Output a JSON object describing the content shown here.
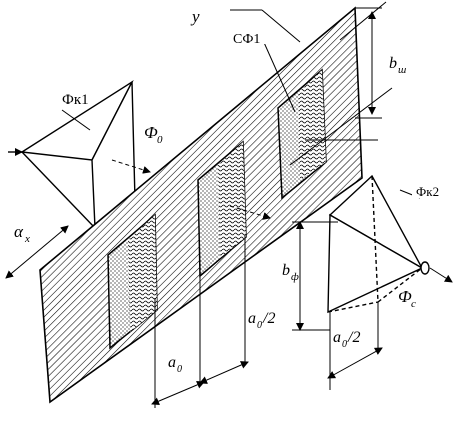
{
  "labels": {
    "y_axis": "y",
    "sf1": "СФ1",
    "b_sh": "b",
    "b_sh_sub": "ш",
    "fk1": "Фк1",
    "fk2": "Фк2",
    "phi0": "Ф",
    "phi0_sub": "0",
    "alpha_x": "α",
    "alpha_x_sub": "x",
    "b_phi": "b",
    "b_phi_sub": "ф",
    "phi_c": "Ф",
    "phi_c_sub": "с",
    "a0_half_1": "a",
    "a0_half_1_rest": "/2",
    "a0_half_1_sub": "0",
    "a0_half_2": "a",
    "a0_half_2_rest": "/2",
    "a0_half_2_sub": "0",
    "a0": "a",
    "a0_sub": "0"
  }
}
